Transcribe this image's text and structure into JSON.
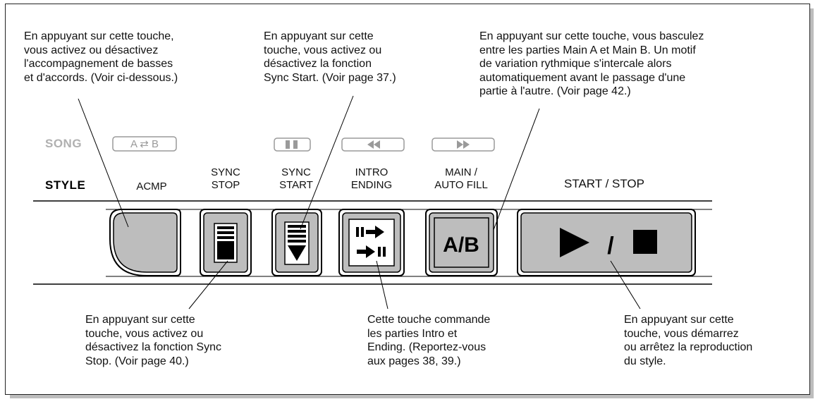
{
  "mode_labels": {
    "song": "SONG",
    "style": "STYLE"
  },
  "song_icons": [
    {
      "name": "ab-repeat-icon",
      "text": "A ⇄ B"
    },
    {
      "name": "pause-icon"
    },
    {
      "name": "rewind-icon"
    },
    {
      "name": "fast-forward-icon"
    }
  ],
  "button_labels": {
    "acmp": "ACMP",
    "sync_stop": "SYNC\nSTOP",
    "sync_start": "SYNC\nSTART",
    "intro_ending": "INTRO\nENDING",
    "main_auto_fill": "MAIN /\nAUTO  FILL",
    "start_stop": "START / STOP"
  },
  "button_faces": {
    "ab": "A/B",
    "start_stop": "▶ / ■"
  },
  "notes": {
    "acmp": "En appuyant sur cette touche,\nvous activez ou désactivez\nl'accompagnement de basses\net d'accords. (Voir ci-dessous.)",
    "sync_start": "En appuyant sur cette\ntouche, vous activez ou\ndésactivez la fonction\nSync Start. (Voir page 37.)",
    "main": "En appuyant sur cette touche, vous basculez\nentre les parties Main A et Main B. Un motif\nde variation rythmique s'intercale alors\nautomatiquement avant le passage d'une\npartie à l'autre. (Voir page 42.)",
    "sync_stop": "En appuyant sur cette\ntouche, vous activez ou\ndésactivez la fonction Sync\nStop. (Voir page 40.)",
    "intro": "Cette touche commande\nles parties Intro et\nEnding. (Reportez-vous\naux pages 38, 39.)",
    "start_stop": "En appuyant sur cette\ntouche, vous démarrez\nou arrêtez la reproduction\ndu style."
  },
  "colors": {
    "button_fill": "#bdbdbd",
    "icon_gray": "#9a9a9a",
    "shadow": "#bdbdbd"
  }
}
